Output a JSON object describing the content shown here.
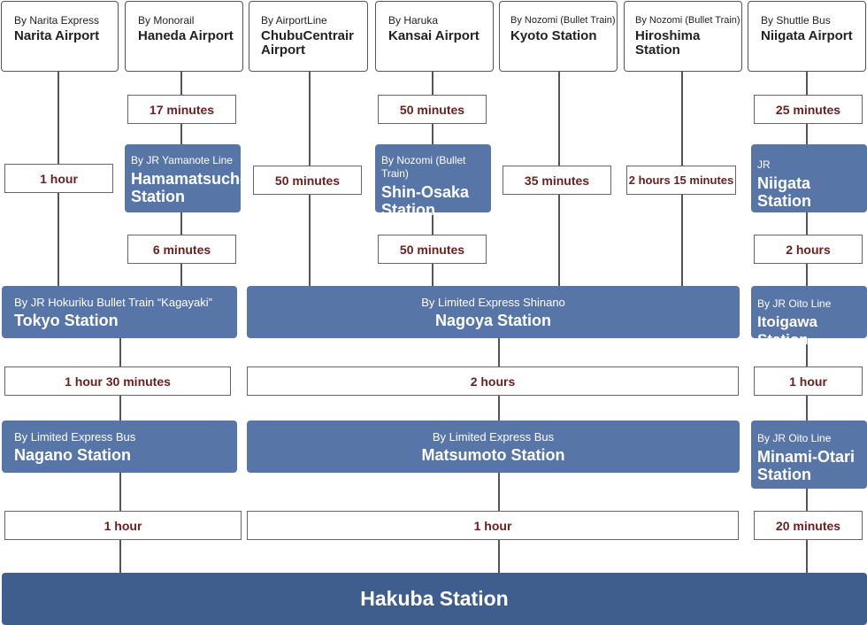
{
  "origins": [
    {
      "via": "By Narita Express",
      "place": "Narita Airport"
    },
    {
      "via": "By Monorail",
      "place": "Haneda Airport"
    },
    {
      "via": "By AirportLine",
      "place": "ChubuCentrair Airport"
    },
    {
      "via": "By Haruka",
      "place": "Kansai Airport"
    },
    {
      "via": "By Nozomi (Bullet Train)",
      "place": "Kyoto Station"
    },
    {
      "via": "By Nozomi (Bullet Train)",
      "place": "Hiroshima Station"
    },
    {
      "via": "By Shuttle Bus",
      "place": "Niigata Airport"
    }
  ],
  "durations": {
    "narita_tokyo": "1 hour",
    "haneda_hamamatsucho": "17 minutes",
    "hamamatsucho_tokyo": "6 minutes",
    "chubu_nagoya": "50 minutes",
    "kansai_shinosaka": "50 minutes",
    "shinosaka_nagoya": "50 minutes",
    "kyoto_nagoya": "35 minutes",
    "hiroshima_nagoya": "2 hours 15 minutes",
    "niigata_airport_station": "25 minutes",
    "niigata_itoigawa": "2 hours",
    "tokyo_nagano": "1 hour 30 minutes",
    "nagoya_matsumoto": "2 hours",
    "itoigawa_minamiotari": "1 hour",
    "nagano_hakuba": "1 hour",
    "matsumoto_hakuba": "1 hour",
    "minamiotari_hakuba": "20 minutes"
  },
  "stations": {
    "hamamatsucho": {
      "via": "By JR Yamanote Line",
      "name": "Hamamatsucho Station"
    },
    "shinosaka": {
      "via": "By Nozomi (Bullet Train)",
      "name": "Shin-Osaka Station"
    },
    "niigata": {
      "via": "JR",
      "name": "Niigata Station"
    },
    "tokyo": {
      "via": "By JR Hokuriku Bullet Train “Kagayaki”",
      "name": "Tokyo Station"
    },
    "nagoya": {
      "via": "By Limited Express Shinano",
      "name": "Nagoya Station"
    },
    "itoigawa": {
      "via": "By JR Oito Line",
      "name": "Itoigawa Station"
    },
    "nagano": {
      "via": "By Limited Express Bus",
      "name": "Nagano Station"
    },
    "matsumoto": {
      "via": "By Limited Express Bus",
      "name": "Matsumoto Station"
    },
    "minamiotari": {
      "via": "By JR Oito Line",
      "name": "Minami-Otari Station"
    }
  },
  "destination": "Hakuba Station",
  "colors": {
    "station_box": "#5775a6",
    "destination_box": "#3f5e8e",
    "duration_text": "#6b2020",
    "line": "#555555"
  }
}
